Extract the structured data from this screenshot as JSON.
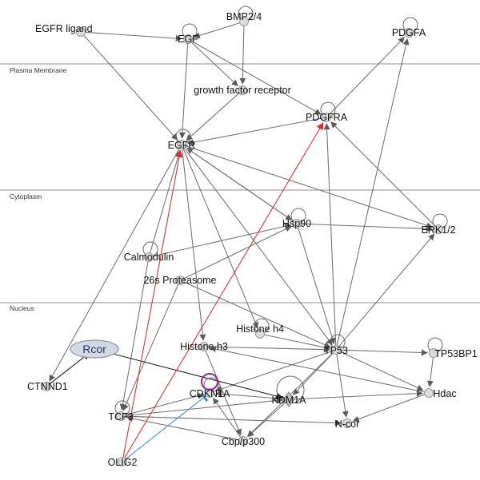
{
  "colors": {
    "default_edge": "#707070",
    "highlight_edge": "#e8282c",
    "inhibit_edge": "#3a86d4",
    "arrow_dark": "#1a1a1a",
    "node_fill": "#dcdcdc",
    "rcor_fill": "#d4d8e0",
    "cdkn1a_ring": "#a020a0"
  },
  "regions": [
    "Plasma Membrane",
    "Cytoplasm",
    "Nucleus"
  ],
  "nodes": [
    {
      "id": "EGFR_ligand",
      "label": "EGFR ligand",
      "shape": "circle",
      "loop": false
    },
    {
      "id": "EGF",
      "label": "EGF",
      "shape": "square",
      "loop": true
    },
    {
      "id": "BMP2_4",
      "label": "BMP2/4",
      "shape": "square",
      "loop": true
    },
    {
      "id": "PDGFA",
      "label": "PDGFA",
      "shape": "square",
      "loop": true
    },
    {
      "id": "GFR",
      "label": "growth factor receptor",
      "shape": "circle",
      "loop": false
    },
    {
      "id": "PDGFRA",
      "label": "PDGFRA",
      "shape": "square",
      "loop": true
    },
    {
      "id": "EGFR",
      "label": "EGFR",
      "shape": "square",
      "loop": true
    },
    {
      "id": "Hsp90",
      "label": "Hsp90",
      "shape": "square",
      "loop": true
    },
    {
      "id": "ERK1_2",
      "label": "ERK1/2",
      "shape": "square",
      "loop": true
    },
    {
      "id": "Calmodulin",
      "label": "Calmodulin",
      "shape": "circle",
      "loop": true
    },
    {
      "id": "Proteasome",
      "label": "26s Proteasome",
      "shape": "circle",
      "loop": false
    },
    {
      "id": "Histone_h4",
      "label": "Histone h4",
      "shape": "circle",
      "loop": true
    },
    {
      "id": "Histone_h3",
      "label": "Histone h3",
      "shape": "circle",
      "loop": false
    },
    {
      "id": "TP53",
      "label": "TP53",
      "shape": "circle",
      "loop": true
    },
    {
      "id": "TP53BP1",
      "label": "TP53BP1",
      "shape": "circle",
      "loop": true
    },
    {
      "id": "Rcor",
      "label": "Rcor",
      "shape": "ellipse",
      "loop": false
    },
    {
      "id": "CTNND1",
      "label": "CTNND1",
      "shape": "circle",
      "loop": false
    },
    {
      "id": "CDKN1A",
      "label": "CDKN1A",
      "shape": "circle",
      "loop": true
    },
    {
      "id": "KDM1A",
      "label": "KDM1A",
      "shape": "diamond",
      "loop": true
    },
    {
      "id": "Hdac",
      "label": "Hdac",
      "shape": "circle",
      "loop": false
    },
    {
      "id": "TCF3",
      "label": "TCF3",
      "shape": "circle",
      "loop": true
    },
    {
      "id": "N_cor",
      "label": "N-cor",
      "shape": "circle",
      "loop": false
    },
    {
      "id": "Cbp_p300",
      "label": "Cbp/p300",
      "shape": "circle",
      "loop": false
    },
    {
      "id": "OLIG2",
      "label": "OLIG2",
      "shape": "circle",
      "loop": false
    }
  ],
  "edges": [
    {
      "from": "EGFR_ligand",
      "to": "EGF",
      "kind": "normal"
    },
    {
      "from": "EGFR_ligand",
      "to": "EGFR",
      "kind": "normal"
    },
    {
      "from": "BMP2_4",
      "to": "EGF",
      "kind": "normal"
    },
    {
      "from": "BMP2_4",
      "to": "GFR",
      "kind": "normal"
    },
    {
      "from": "EGF",
      "to": "GFR",
      "kind": "normal"
    },
    {
      "from": "EGF",
      "to": "EGFR",
      "kind": "normal"
    },
    {
      "from": "EGF",
      "to": "PDGFRA",
      "kind": "normal"
    },
    {
      "from": "GFR",
      "to": "EGFR",
      "kind": "normal"
    },
    {
      "from": "PDGFRA",
      "to": "PDGFA",
      "kind": "normal"
    },
    {
      "from": "TP53",
      "to": "PDGFA",
      "kind": "normal"
    },
    {
      "from": "PDGFRA",
      "to": "EGFR",
      "kind": "normal"
    },
    {
      "from": "ERK1_2",
      "to": "PDGFRA",
      "kind": "normal"
    },
    {
      "from": "EGFR",
      "to": "ERK1_2",
      "kind": "normal"
    },
    {
      "from": "Hsp90",
      "to": "ERK1_2",
      "kind": "normal"
    },
    {
      "from": "Hsp90",
      "to": "EGFR",
      "kind": "normal"
    },
    {
      "from": "EGFR",
      "to": "CTNND1",
      "kind": "normal"
    },
    {
      "from": "Calmodulin",
      "to": "EGFR",
      "kind": "normal"
    },
    {
      "from": "Proteasome",
      "to": "Hsp90",
      "kind": "normal"
    },
    {
      "from": "Calmodulin",
      "to": "Hsp90",
      "kind": "normal"
    },
    {
      "from": "EGFR",
      "to": "Histone_h4",
      "kind": "normal"
    },
    {
      "from": "EGFR",
      "to": "TP53",
      "kind": "normal"
    },
    {
      "from": "EGFR",
      "to": "Hsp90",
      "kind": "normal"
    },
    {
      "from": "EGFR",
      "to": "Histone_h3",
      "kind": "normal"
    },
    {
      "from": "Proteasome",
      "to": "TP53",
      "kind": "normal"
    },
    {
      "from": "Proteasome",
      "to": "TCF3",
      "kind": "normal"
    },
    {
      "from": "Histone_h4",
      "to": "TP53",
      "kind": "normal"
    },
    {
      "from": "Histone_h3",
      "to": "TP53",
      "kind": "normal"
    },
    {
      "from": "Hsp90",
      "to": "TP53",
      "kind": "normal"
    },
    {
      "from": "TP53",
      "to": "PDGFRA",
      "kind": "normal"
    },
    {
      "from": "TP53",
      "to": "ERK1_2",
      "kind": "normal"
    },
    {
      "from": "TP53",
      "to": "TP53BP1",
      "kind": "normal"
    },
    {
      "from": "TP53",
      "to": "Hdac",
      "kind": "normal"
    },
    {
      "from": "TP53",
      "to": "KDM1A",
      "kind": "normal"
    },
    {
      "from": "TP53",
      "to": "CDKN1A",
      "kind": "normal"
    },
    {
      "from": "TP53",
      "to": "Cbp_p300",
      "kind": "normal"
    },
    {
      "from": "TP53",
      "to": "N_cor",
      "kind": "normal"
    },
    {
      "from": "Hdac",
      "to": "N_cor",
      "kind": "normal"
    },
    {
      "from": "Hdac",
      "to": "Histone_h3",
      "kind": "normal"
    },
    {
      "from": "TP53BP1",
      "to": "Hdac",
      "kind": "normal"
    },
    {
      "from": "KDM1A",
      "to": "Hdac",
      "kind": "normal"
    },
    {
      "from": "KDM1A",
      "to": "Cbp_p300",
      "kind": "normal"
    },
    {
      "from": "KDM1A",
      "to": "CDKN1A",
      "kind": "normal"
    },
    {
      "from": "TCF3",
      "to": "CDKN1A",
      "kind": "normal"
    },
    {
      "from": "TCF3",
      "to": "N_cor",
      "kind": "normal"
    },
    {
      "from": "TCF3",
      "to": "KDM1A",
      "kind": "normal"
    },
    {
      "from": "Cbp_p300",
      "to": "CDKN1A",
      "kind": "normal"
    },
    {
      "from": "Cbp_p300",
      "to": "TCF3",
      "kind": "normal"
    },
    {
      "from": "Histone_h3",
      "to": "Cbp_p300",
      "kind": "normal"
    },
    {
      "from": "Calmodulin",
      "to": "TCF3",
      "kind": "normal"
    },
    {
      "from": "Rcor",
      "to": "KDM1A",
      "kind": "dark"
    },
    {
      "from": "CTNND1",
      "to": "Rcor",
      "kind": "dark"
    },
    {
      "from": "OLIG2",
      "to": "EGFR",
      "kind": "highlight"
    },
    {
      "from": "OLIG2",
      "to": "PDGFRA",
      "kind": "highlight"
    },
    {
      "from": "OLIG2",
      "to": "CDKN1A",
      "kind": "inhibit"
    }
  ]
}
